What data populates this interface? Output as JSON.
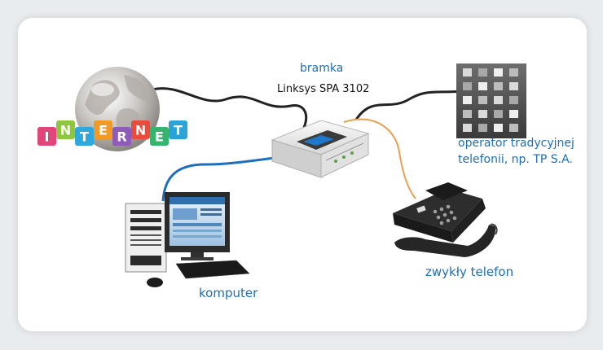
{
  "labels": {
    "gateway_title": "bramka",
    "gateway_model": "Linksys SPA 3102",
    "operator_line1": "operator tradycyjnej",
    "operator_line2": "telefonii, np. TP S.A.",
    "phone": "zwykły telefon",
    "computer": "komputer"
  },
  "internet_letters": [
    "I",
    "N",
    "T",
    "E",
    "R",
    "N",
    "E",
    "T"
  ],
  "colors": {
    "label_blue": "#1f6fb3",
    "cable_blue": "#1e6fc0",
    "cable_black": "#222222",
    "cable_orange": "#e8a050",
    "letter_colors": [
      "#e0457b",
      "#8fc63f",
      "#2fa8de",
      "#f39a26",
      "#8e5bb8",
      "#e94c3d",
      "#36b36f",
      "#2aa4d6"
    ]
  },
  "icons": {
    "globe": "globe-icon",
    "gateway": "router-icon",
    "operator": "phone-exchange-icon",
    "phone": "desk-phone-icon",
    "computer": "desktop-computer-icon"
  }
}
